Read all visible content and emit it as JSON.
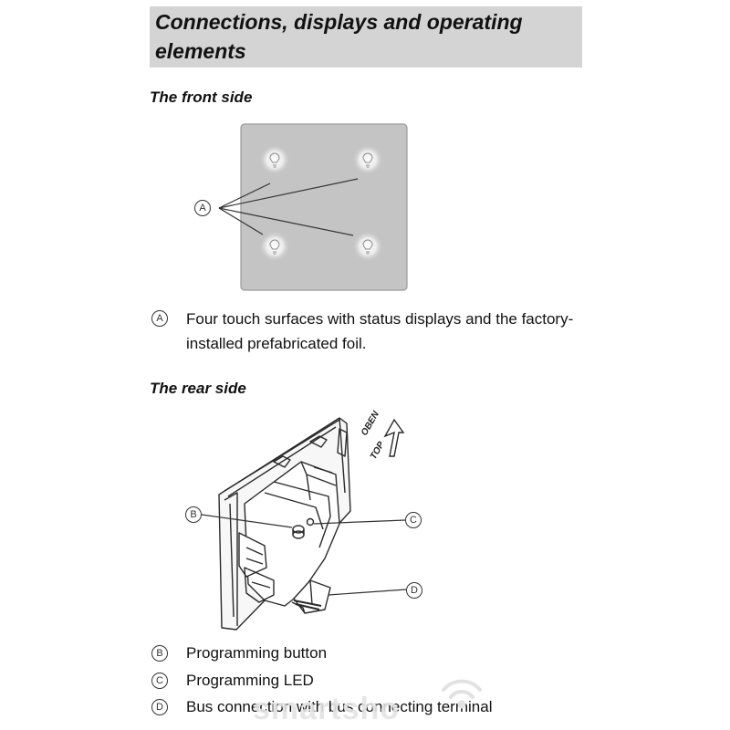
{
  "header": {
    "title": "Connections, displays and operating elements"
  },
  "front": {
    "heading": "The front side",
    "label": "A",
    "description": "Four touch surfaces with status displays and the factory-installed prefabricated foil."
  },
  "rear": {
    "heading": "The rear side",
    "orientation_text_1": "OBEN",
    "orientation_text_2": "TOP",
    "labels": {
      "b": "B",
      "c": "C",
      "d": "D"
    },
    "legend": [
      {
        "marker": "B",
        "text": "Programming button"
      },
      {
        "marker": "C",
        "text": "Programming LED"
      },
      {
        "marker": "D",
        "text": "Bus connection with bus connecting terminal"
      }
    ]
  },
  "watermark": "smartsho",
  "icons": [
    "lightbulb-icon",
    "arrow-up-icon",
    "wifi-icon"
  ]
}
